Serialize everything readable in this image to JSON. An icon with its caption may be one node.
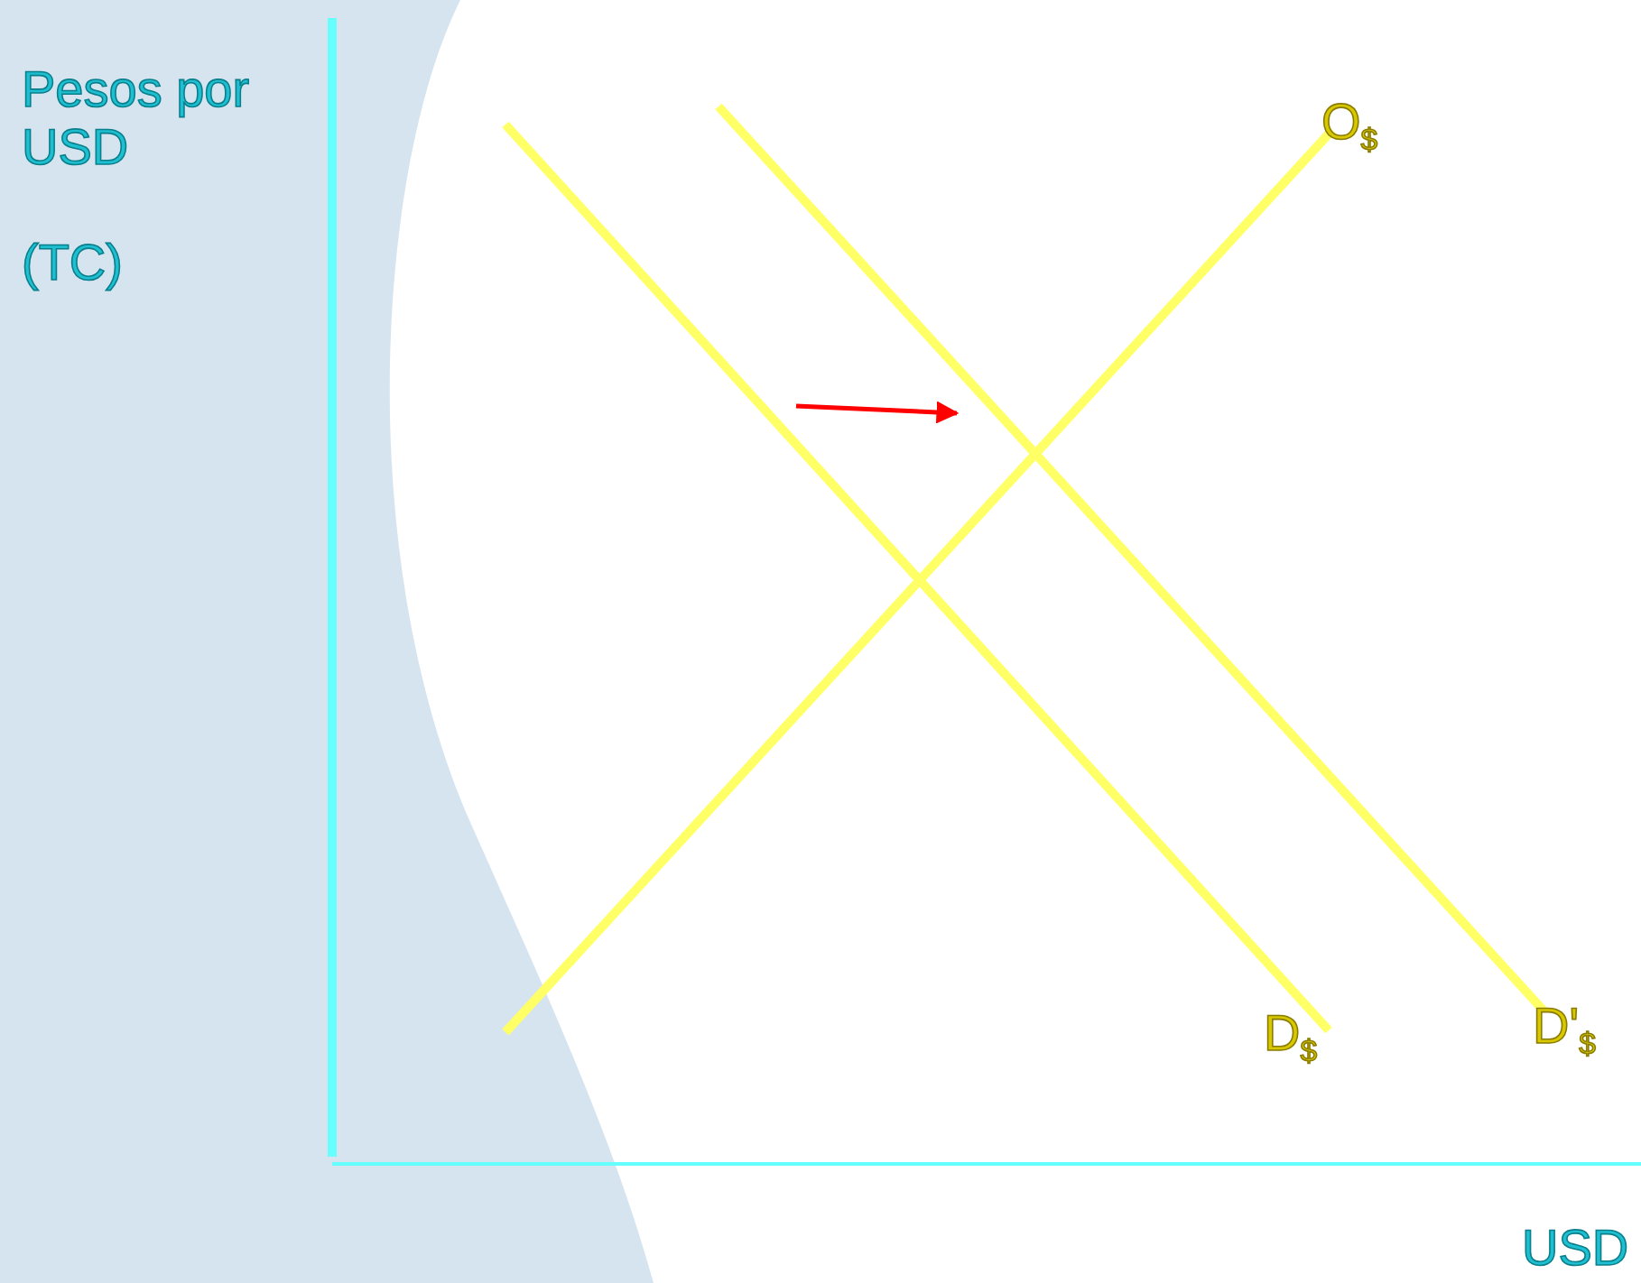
{
  "diagram": {
    "labels": [
      "Pesos por USD",
      "(TC)",
      "O$_{$}$",
      "D$_{$}$",
      "D'$_{$}$",
      "USD"
    ]
  }
}
